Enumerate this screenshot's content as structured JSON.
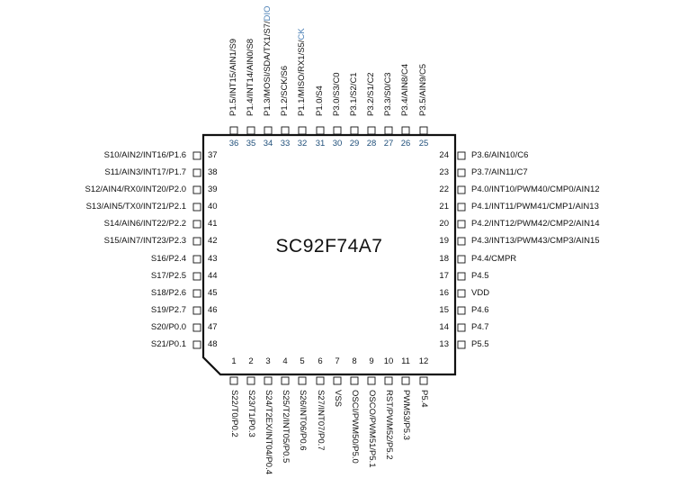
{
  "chip": {
    "name": "SC92F74A7",
    "colors": {
      "outline": "#111111",
      "text": "#111111",
      "top_number": "#1f4f7a",
      "highlight": "#4a7fb5"
    }
  },
  "pins": {
    "top": [
      {
        "num": "36",
        "label": "P1.5/INT15/AIN1/S9"
      },
      {
        "num": "35",
        "label": "P1.4/INT14/AIN0/S8"
      },
      {
        "num": "34",
        "label": "P1.3/MOSI/SDA/TX1/S7/",
        "highlight": "DIO"
      },
      {
        "num": "33",
        "label": "P1.2/SCK/S6"
      },
      {
        "num": "32",
        "label": "P1.1/MISO/RX1/S5/",
        "highlight": "CK"
      },
      {
        "num": "31",
        "label": "P1.0/S4"
      },
      {
        "num": "30",
        "label": "P3.0/S3/C0"
      },
      {
        "num": "29",
        "label": "P3.1/S2/C1"
      },
      {
        "num": "28",
        "label": "P3.2/S1/C2"
      },
      {
        "num": "27",
        "label": "P3.3/S0/C3"
      },
      {
        "num": "26",
        "label": "P3.4/AIN8/C4"
      },
      {
        "num": "25",
        "label": "P3.5/AIN9/C5"
      }
    ],
    "left": [
      {
        "num": "37",
        "label": "S10/AIN2/INT16/P1.6"
      },
      {
        "num": "38",
        "label": "S11/AIN3/INT17/P1.7"
      },
      {
        "num": "39",
        "label": "S12/AIN4/RX0/INT20/P2.0"
      },
      {
        "num": "40",
        "label": "S13/AIN5/TX0/INT21/P2.1"
      },
      {
        "num": "41",
        "label": "S14/AIN6/INT22/P2.2"
      },
      {
        "num": "42",
        "label": "S15/AIN7/INT23/P2.3"
      },
      {
        "num": "43",
        "label": "S16/P2.4"
      },
      {
        "num": "44",
        "label": "S17/P2.5"
      },
      {
        "num": "45",
        "label": "S18/P2.6"
      },
      {
        "num": "46",
        "label": "S19/P2.7"
      },
      {
        "num": "47",
        "label": "S20/P0.0"
      },
      {
        "num": "48",
        "label": "S21/P0.1"
      }
    ],
    "right": [
      {
        "num": "24",
        "label": "P3.6/AIN10/C6"
      },
      {
        "num": "23",
        "label": "P3.7/AIN11/C7"
      },
      {
        "num": "22",
        "label": "P4.0/INT10/PWM40/CMP0/AIN12"
      },
      {
        "num": "21",
        "label": "P4.1/INT11/PWM41/CMP1/AIN13"
      },
      {
        "num": "20",
        "label": "P4.2/INT12/PWM42/CMP2/AIN14"
      },
      {
        "num": "19",
        "label": "P4.3/INT13/PWM43/CMP3/AIN15"
      },
      {
        "num": "18",
        "label": "P4.4/CMPR"
      },
      {
        "num": "17",
        "label": "P4.5"
      },
      {
        "num": "16",
        "label": "VDD"
      },
      {
        "num": "15",
        "label": "P4.6"
      },
      {
        "num": "14",
        "label": "P4.7"
      },
      {
        "num": "13",
        "label": "P5.5"
      }
    ],
    "bottom": [
      {
        "num": "1",
        "label": "S22/T0/P0.2"
      },
      {
        "num": "2",
        "label": "S23/T1/P0.3"
      },
      {
        "num": "3",
        "label": "S24/T2EX/INT04/P0.4"
      },
      {
        "num": "4",
        "label": "S25/T2/INT05/P0.5"
      },
      {
        "num": "5",
        "label": "S26/INT06/P0.6"
      },
      {
        "num": "6",
        "label": "S27/INT07/P0.7"
      },
      {
        "num": "7",
        "label": "VSS"
      },
      {
        "num": "8",
        "label": "OSCI/PWM50/P5.0"
      },
      {
        "num": "9",
        "label": "OSCO/PWM51/P5.1"
      },
      {
        "num": "10",
        "label": "RST/PWM52/P5.2"
      },
      {
        "num": "11",
        "label": "PWM53/P5.3"
      },
      {
        "num": "12",
        "label": "P5.4"
      }
    ]
  }
}
